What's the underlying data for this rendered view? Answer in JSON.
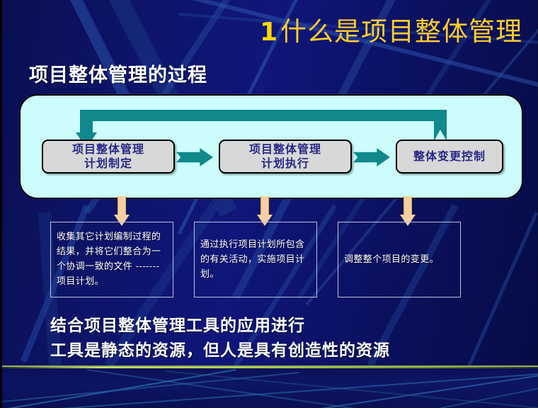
{
  "slide": {
    "title_number": "1",
    "title_text": "什么是项目整体管理",
    "subtitle": "项目整体管理的过程"
  },
  "diagram": {
    "boxes": [
      {
        "line1": "项目整体管理",
        "line2": "计划制定"
      },
      {
        "line1": "项目整体管理",
        "line2": "计划执行"
      },
      {
        "line1": "整体变更控制",
        "line2": ""
      }
    ],
    "captions": [
      "收集其它计划编制过程的结果，并将它们整合为一个协调一致的文件 -------项目计划。",
      "通过执行项目计划所包含的有关活动，实施项目计划。",
      "调整整个项目的变更。"
    ]
  },
  "footer": {
    "line1": "结合项目整体管理工具的应用进行",
    "line2": "工具是静态的资源，但人是具有创造性的资源"
  },
  "colors": {
    "background": "#0d1468",
    "title_gold": "#ffcc2a",
    "panel_cyan": "#ccfcfc",
    "box_gray": "#d8d8d8",
    "box_text_blue": "#282888",
    "arrow_teal": "#10888c",
    "down_arrow_tan": "#f6cfa4",
    "divider_green": "#96b446"
  }
}
